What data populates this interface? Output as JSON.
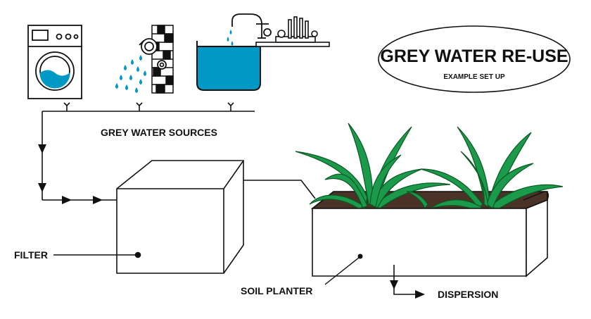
{
  "title": "GREY WATER RE-USE",
  "subtitle": "EXAMPLE SET UP",
  "labels": {
    "sources": "GREY WATER SOURCES",
    "filter": "FILTER",
    "planter": "SOIL PLANTER",
    "dispersion": "DISPERSION"
  },
  "icons": [
    "washing-machine-icon",
    "shower-icon",
    "kitchen-sink-icon",
    "plant-icon"
  ],
  "colors": {
    "water": "#0099c6",
    "foliage": "#1a9a4a",
    "soil": "#4a3226",
    "outline": "#111111",
    "fill": "#ffffff"
  }
}
